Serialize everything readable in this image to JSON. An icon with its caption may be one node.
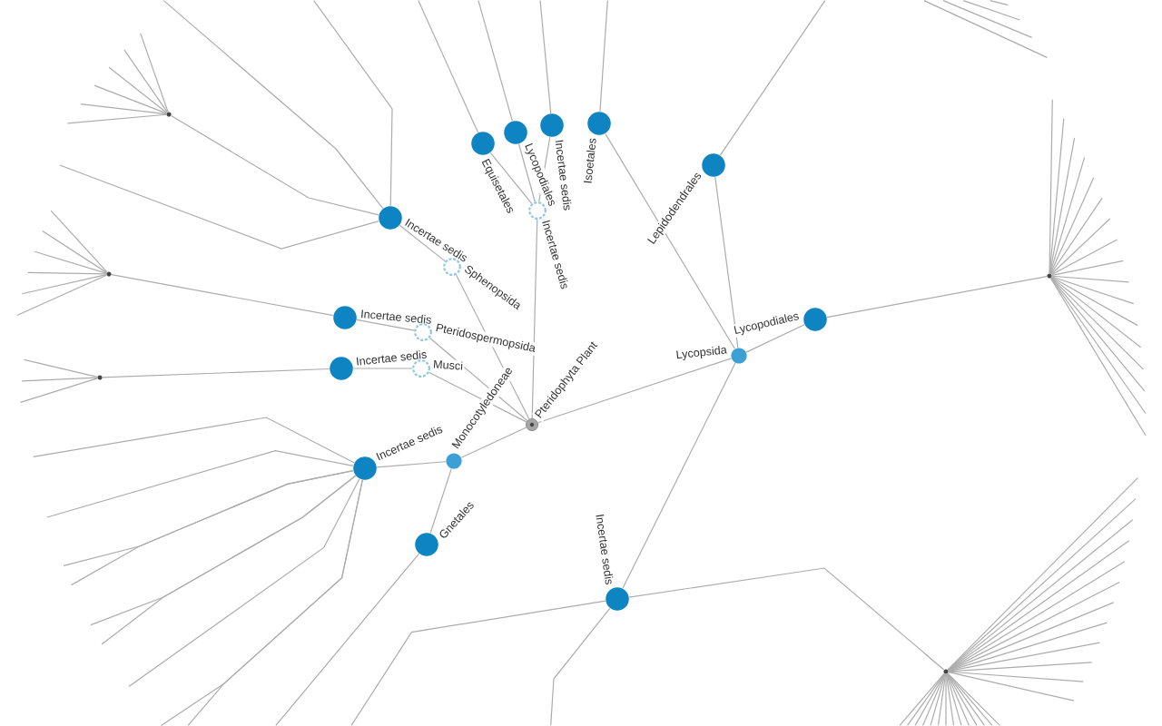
{
  "diagram": {
    "nodes": [
      {
        "text": [
          "Pteridophyta Plant"
        ]
      },
      {
        "text": [
          "Monocotyledoneae"
        ]
      },
      {
        "text": [
          "Lycopsida"
        ]
      },
      {
        "text": [
          "Musci"
        ]
      },
      {
        "text": [
          "Pteridospermopsida"
        ]
      },
      {
        "text": [
          "Sphenopsida"
        ]
      },
      {
        "text": [
          "Incertae sedis"
        ]
      },
      {
        "text": [
          "Incertae sedis"
        ]
      },
      {
        "text": [
          "Gnetales"
        ]
      },
      {
        "text": [
          "Incertae sedis"
        ]
      },
      {
        "text": [
          "Incertae sedis"
        ]
      },
      {
        "text": [
          "Incertae sedis"
        ]
      },
      {
        "text": [
          "Equisetales"
        ]
      },
      {
        "text": [
          "Lycopodiales"
        ]
      },
      {
        "text": [
          "Incertae sedis"
        ]
      },
      {
        "text": [
          "Isoetales"
        ]
      },
      {
        "text": [
          "Lepidodendrales"
        ]
      },
      {
        "text": [
          "Lycopodiales"
        ]
      },
      {
        "text": [
          "Incertae sedis"
        ]
      },
      {
        "text": [],
        "shape": "circle"
      },
      {
        "text": [],
        "shape": "circle"
      },
      {
        "text": [],
        "shape": "circle"
      },
      {
        "text": [],
        "shape": "circle"
      },
      {
        "text": [],
        "shape": "circle"
      }
    ],
    "edges": [
      {
        "from": 0,
        "to": 1,
        "arrow": "none"
      },
      {
        "from": 0,
        "to": 2,
        "arrow": "none"
      },
      {
        "from": 0,
        "to": 3,
        "arrow": "none"
      },
      {
        "from": 0,
        "to": 4,
        "arrow": "none"
      },
      {
        "from": 0,
        "to": 5,
        "arrow": "none"
      },
      {
        "from": 0,
        "to": 6,
        "arrow": "none"
      },
      {
        "from": 1,
        "to": 7,
        "arrow": "none"
      },
      {
        "from": 1,
        "to": 8,
        "arrow": "none"
      },
      {
        "from": 2,
        "to": 15,
        "arrow": "none"
      },
      {
        "from": 2,
        "to": 16,
        "arrow": "none"
      },
      {
        "from": 2,
        "to": 17,
        "arrow": "none"
      },
      {
        "from": 2,
        "to": 18,
        "arrow": "none"
      },
      {
        "from": 3,
        "to": 9,
        "arrow": "none"
      },
      {
        "from": 4,
        "to": 10,
        "arrow": "none"
      },
      {
        "from": 5,
        "to": 11,
        "arrow": "none"
      },
      {
        "from": 6,
        "to": 12,
        "arrow": "none"
      },
      {
        "from": 6,
        "to": 13,
        "arrow": "none"
      },
      {
        "from": 6,
        "to": 14,
        "arrow": "none"
      },
      {
        "from": 11,
        "to": 19,
        "arrow": "none"
      },
      {
        "from": 10,
        "to": 20,
        "arrow": "none"
      },
      {
        "from": 9,
        "to": 21,
        "arrow": "none"
      },
      {
        "from": 18,
        "to": 22,
        "arrow": "none"
      },
      {
        "from": 17,
        "to": 23,
        "arrow": "none"
      },
      {
        "from": 11,
        "to": null,
        "arrow": "none"
      },
      {
        "from": 11,
        "to": null,
        "arrow": "none"
      },
      {
        "from": 11,
        "to": null,
        "arrow": "none"
      },
      {
        "from": 12,
        "to": null,
        "arrow": "none"
      },
      {
        "from": 13,
        "to": null,
        "arrow": "none"
      },
      {
        "from": 14,
        "to": null,
        "arrow": "none"
      },
      {
        "from": 15,
        "to": null,
        "arrow": "none"
      },
      {
        "from": 16,
        "to": null,
        "arrow": "none"
      },
      {
        "from": 18,
        "to": null,
        "arrow": "none"
      },
      {
        "from": 18,
        "to": null,
        "arrow": "none"
      },
      {
        "from": 7,
        "to": null,
        "arrow": "none"
      },
      {
        "from": 7,
        "to": null,
        "arrow": "none"
      },
      {
        "from": 7,
        "to": null,
        "arrow": "none"
      },
      {
        "from": 7,
        "to": null,
        "arrow": "none"
      },
      {
        "from": 7,
        "to": null,
        "arrow": "none"
      },
      {
        "from": 7,
        "to": null,
        "arrow": "none"
      },
      {
        "from": 7,
        "to": null,
        "arrow": "none"
      },
      {
        "from": 7,
        "to": null,
        "arrow": "none"
      },
      {
        "from": 7,
        "to": null,
        "arrow": "none"
      },
      {
        "from": 8,
        "to": null,
        "arrow": "none"
      },
      {
        "from": 19,
        "to": null,
        "arrow": "none"
      },
      {
        "from": 19,
        "to": null,
        "arrow": "none"
      },
      {
        "from": 19,
        "to": null,
        "arrow": "none"
      },
      {
        "from": 19,
        "to": null,
        "arrow": "none"
      },
      {
        "from": 19,
        "to": null,
        "arrow": "none"
      },
      {
        "from": 19,
        "to": null,
        "arrow": "none"
      },
      {
        "from": 20,
        "to": null,
        "arrow": "none"
      },
      {
        "from": 20,
        "to": null,
        "arrow": "none"
      },
      {
        "from": 20,
        "to": null,
        "arrow": "none"
      },
      {
        "from": 20,
        "to": null,
        "arrow": "none"
      },
      {
        "from": 20,
        "to": null,
        "arrow": "none"
      },
      {
        "from": 20,
        "to": null,
        "arrow": "none"
      },
      {
        "from": 21,
        "to": null,
        "arrow": "none"
      },
      {
        "from": 21,
        "to": null,
        "arrow": "none"
      },
      {
        "from": 21,
        "to": null,
        "arrow": "none"
      },
      {
        "from": 22,
        "to": null,
        "arrow": "none"
      },
      {
        "from": 22,
        "to": null,
        "arrow": "none"
      },
      {
        "from": 22,
        "to": null,
        "arrow": "none"
      },
      {
        "from": 22,
        "to": null,
        "arrow": "none"
      },
      {
        "from": 22,
        "to": null,
        "arrow": "none"
      },
      {
        "from": 22,
        "to": null,
        "arrow": "none"
      },
      {
        "from": 22,
        "to": null,
        "arrow": "none"
      },
      {
        "from": 22,
        "to": null,
        "arrow": "none"
      },
      {
        "from": 22,
        "to": null,
        "arrow": "none"
      },
      {
        "from": 22,
        "to": null,
        "arrow": "none"
      },
      {
        "from": 22,
        "to": null,
        "arrow": "none"
      },
      {
        "from": 22,
        "to": null,
        "arrow": "none"
      },
      {
        "from": 22,
        "to": null,
        "arrow": "none"
      },
      {
        "from": 22,
        "to": null,
        "arrow": "none"
      },
      {
        "from": 22,
        "to": null,
        "arrow": "none"
      },
      {
        "from": 22,
        "to": null,
        "arrow": "none"
      },
      {
        "from": 22,
        "to": null,
        "arrow": "none"
      },
      {
        "from": 22,
        "to": null,
        "arrow": "none"
      },
      {
        "from": 22,
        "to": null,
        "arrow": "none"
      },
      {
        "from": 22,
        "to": null,
        "arrow": "none"
      },
      {
        "from": 22,
        "to": null,
        "arrow": "none"
      },
      {
        "from": 22,
        "to": null,
        "arrow": "none"
      },
      {
        "from": 22,
        "to": null,
        "arrow": "none"
      },
      {
        "from": 22,
        "to": null,
        "arrow": "none"
      },
      {
        "from": 22,
        "to": null,
        "arrow": "none"
      },
      {
        "from": 22,
        "to": null,
        "arrow": "none"
      },
      {
        "from": 23,
        "to": null,
        "arrow": "none"
      },
      {
        "from": 23,
        "to": null,
        "arrow": "none"
      },
      {
        "from": 23,
        "to": null,
        "arrow": "none"
      },
      {
        "from": 23,
        "to": null,
        "arrow": "none"
      },
      {
        "from": 23,
        "to": null,
        "arrow": "none"
      },
      {
        "from": 23,
        "to": null,
        "arrow": "none"
      },
      {
        "from": 23,
        "to": null,
        "arrow": "none"
      },
      {
        "from": 23,
        "to": null,
        "arrow": "none"
      },
      {
        "from": 23,
        "to": null,
        "arrow": "none"
      },
      {
        "from": 23,
        "to": null,
        "arrow": "none"
      },
      {
        "from": 23,
        "to": null,
        "arrow": "none"
      },
      {
        "from": 23,
        "to": null,
        "arrow": "none"
      },
      {
        "from": 23,
        "to": null,
        "arrow": "none"
      },
      {
        "from": 23,
        "to": null,
        "arrow": "none"
      },
      {
        "from": 23,
        "to": null,
        "arrow": "none"
      },
      {
        "from": 23,
        "to": null,
        "arrow": "none"
      },
      {
        "from": 23,
        "to": null,
        "arrow": "none"
      }
    ]
  }
}
